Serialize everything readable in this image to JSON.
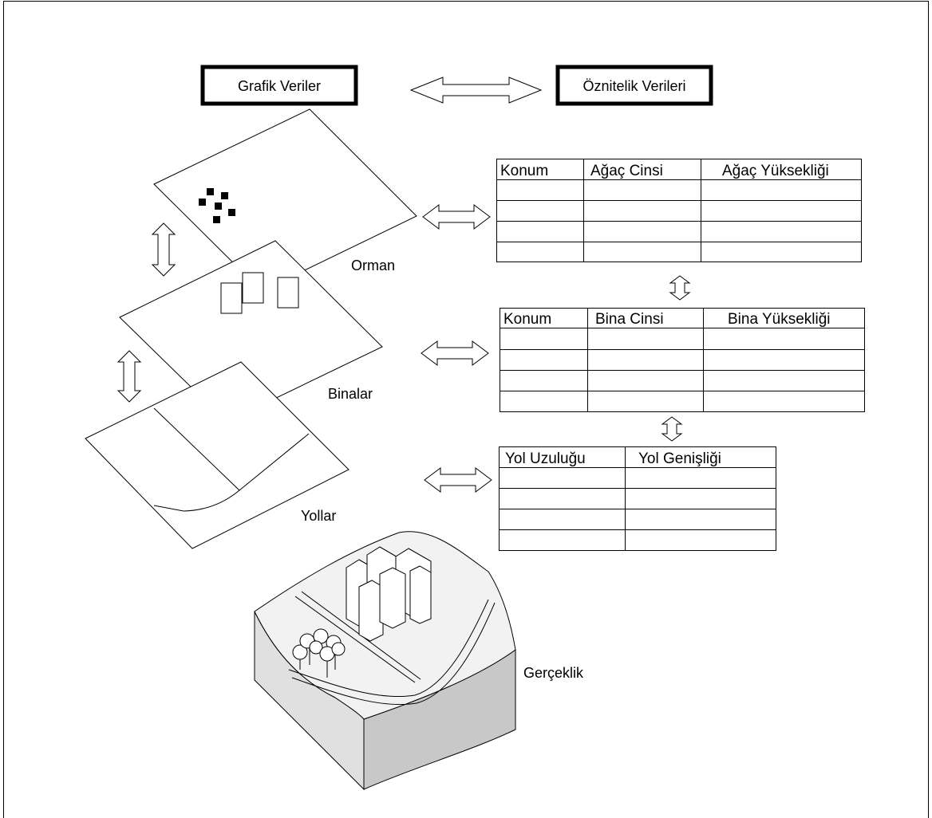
{
  "boxes": {
    "graphic": "Grafik Veriler",
    "attribute": "Öznitelik Verileri"
  },
  "layers": {
    "forest": "Orman",
    "buildings": "Binalar",
    "roads": "Yollar"
  },
  "reality": "Gerçeklik",
  "tables": {
    "forest": {
      "headers": [
        "Konum",
        "Ağaç Cinsi",
        "Ağaç Yüksekliği"
      ]
    },
    "buildings": {
      "headers": [
        "Konum",
        "Bina Cinsi",
        "Bina Yüksekliği"
      ]
    },
    "roads": {
      "headers": [
        "Yol Uzuluğu",
        "Yol Genişliği"
      ]
    }
  }
}
